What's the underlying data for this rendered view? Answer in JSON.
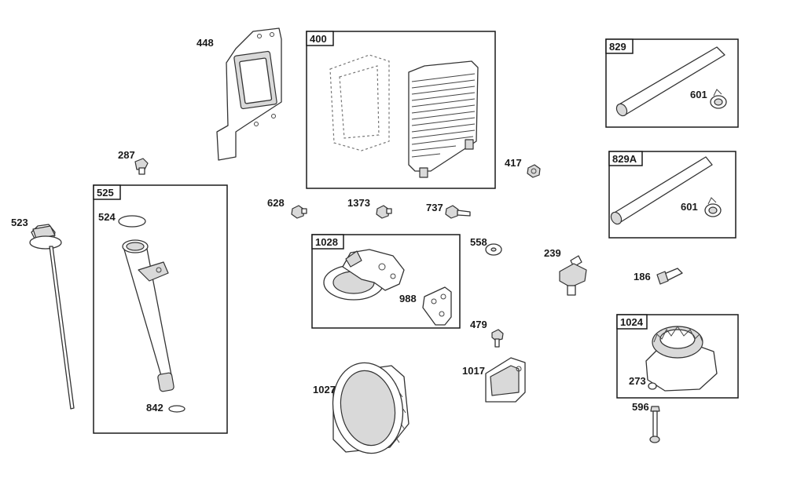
{
  "parts": {
    "p448": "448",
    "p400": "400",
    "p829": "829",
    "p601a": "601",
    "p287": "287",
    "p417": "417",
    "p829A": "829A",
    "p601b": "601",
    "p525": "525",
    "p523": "523",
    "p524": "524",
    "p628": "628",
    "p1373": "1373",
    "p737": "737",
    "p1028": "1028",
    "p988": "988",
    "p558": "558",
    "p239": "239",
    "p186": "186",
    "p842": "842",
    "p479": "479",
    "p1017": "1017",
    "p1024": "1024",
    "p273": "273",
    "p596": "596",
    "p1027": "1027"
  }
}
